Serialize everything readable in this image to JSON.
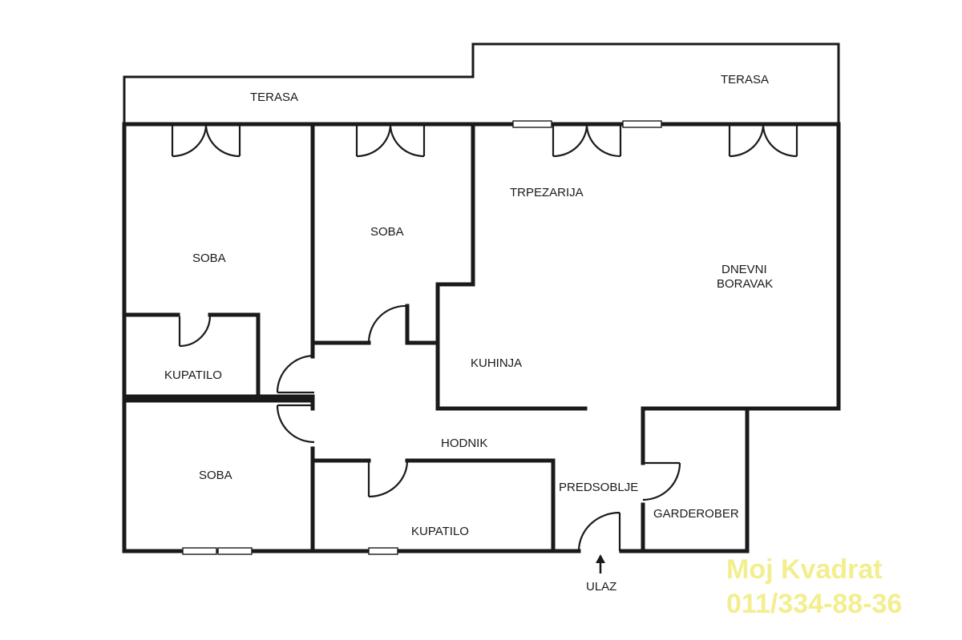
{
  "rooms": {
    "terasa_left": "TERASA",
    "terasa_right": "TERASA",
    "soba_left": "SOBA",
    "soba_middle": "SOBA",
    "soba_bottom": "SOBA",
    "trpezarija": "TRPEZARIJA",
    "dnevni_boravak_line1": "DNEVNI",
    "dnevni_boravak_line2": "BORAVAK",
    "kuhinja": "KUHINJA",
    "kupatilo_left": "KUPATILO",
    "kupatilo_bottom": "KUPATILO",
    "hodnik": "HODNIK",
    "predsoblje": "PREDSOBLJE",
    "garderober": "GARDEROBER",
    "ulaz": "ULAZ"
  },
  "watermark": {
    "line1": "Moj Kvadrat",
    "line2": "011/334-88-36",
    "color": "#f3ee8e"
  }
}
